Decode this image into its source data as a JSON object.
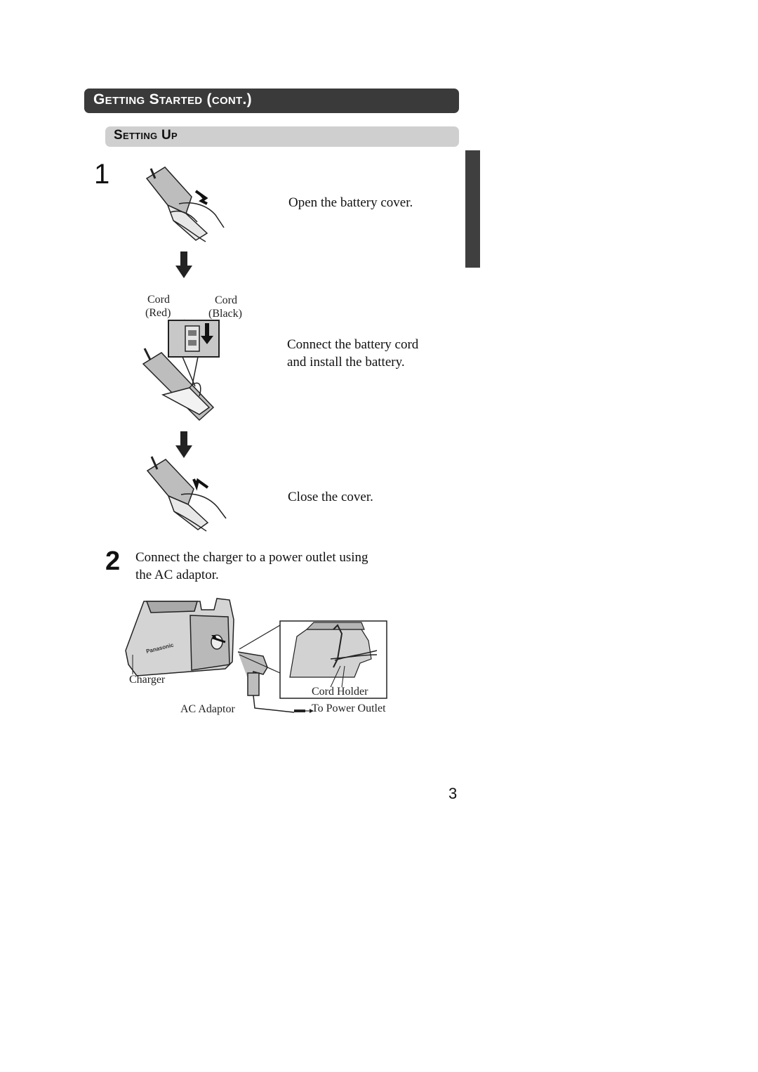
{
  "header": {
    "section_title": "Getting Started (cont.)",
    "subsection_title": "Setting Up"
  },
  "step1": {
    "number": "1",
    "instructions": [
      "Open the battery cover.",
      "Connect the battery cord",
      "and install the battery.",
      "Close the cover."
    ],
    "labels": {
      "cord_red_1": "Cord",
      "cord_red_2": "(Red)",
      "cord_black_1": "Cord",
      "cord_black_2": "(Black)"
    }
  },
  "step2": {
    "number": "2",
    "instruction_line1": "Connect the charger to a power outlet using",
    "instruction_line2": "the AC adaptor.",
    "labels": {
      "charger": "Charger",
      "cord_holder": "Cord Holder",
      "ac_adaptor": "AC Adaptor",
      "to_power_outlet": "To Power Outlet"
    },
    "charger_brand": "Panasonic"
  },
  "page_number": "3",
  "colors": {
    "section_bar": "#3a3a3a",
    "subsection_bar": "#cfcfcf",
    "side_tab": "#3f3f3f"
  }
}
